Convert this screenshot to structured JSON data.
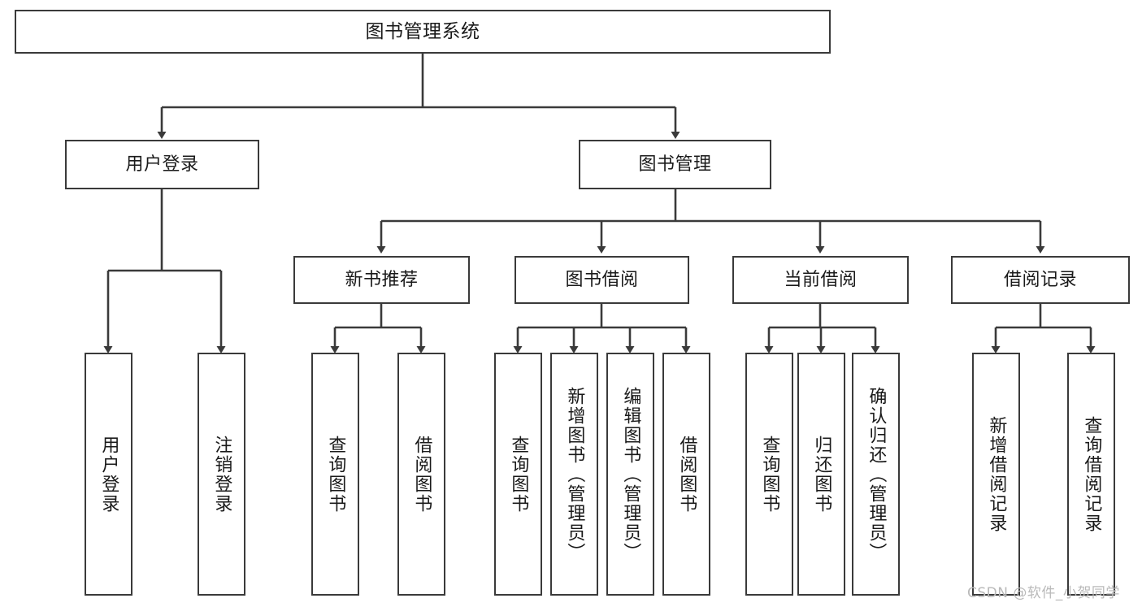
{
  "diagram": {
    "title": "图书管理系统",
    "type": "tree",
    "root": {
      "label": "图书管理系统"
    },
    "level2": [
      {
        "label": "用户登录"
      },
      {
        "label": "图书管理"
      }
    ],
    "level3": [
      {
        "label": "新书推荐"
      },
      {
        "label": "图书借阅"
      },
      {
        "label": "当前借阅"
      },
      {
        "label": "借阅记录"
      }
    ],
    "leaves": {
      "user_login": [
        {
          "label": "用户登录"
        },
        {
          "label": "注销登录"
        }
      ],
      "new_book_recommend": [
        {
          "label": "查询图书"
        },
        {
          "label": "借阅图书"
        }
      ],
      "book_borrow": [
        {
          "label": "查询图书"
        },
        {
          "label": "新增图书（管理员）"
        },
        {
          "label": "编辑图书（管理员）"
        },
        {
          "label": "借阅图书"
        }
      ],
      "current_borrow": [
        {
          "label": "查询图书"
        },
        {
          "label": "归还图书"
        },
        {
          "label": "确认归还（管理员）"
        }
      ],
      "borrow_records": [
        {
          "label": "新增借阅记录"
        },
        {
          "label": "查询借阅记录"
        }
      ]
    }
  },
  "watermark": {
    "text": "CSDN @软件_小贺同学"
  },
  "colors": {
    "border": "#3a3a3a",
    "background": "#ffffff",
    "text": "#1a1a1a",
    "watermark": "#b9b9b9"
  }
}
